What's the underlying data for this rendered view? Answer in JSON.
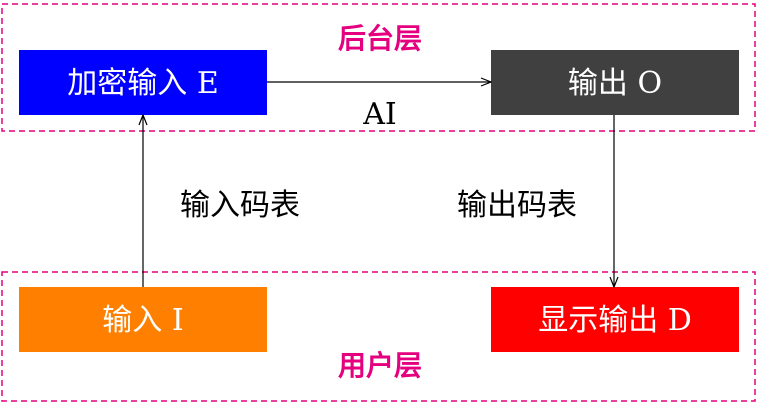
{
  "layers": {
    "backend": "后台层",
    "user": "用户层"
  },
  "nodes": {
    "encrypt_input": {
      "label": "加密输入 E",
      "color": "#0000ff"
    },
    "output": {
      "label": "输出 O",
      "color": "#404040"
    },
    "input": {
      "label": "输入 I",
      "color": "#ff8000"
    },
    "display_output": {
      "label": "显示输出 D",
      "color": "#ff0000"
    }
  },
  "edges": {
    "ai": "AI",
    "input_codebook": "输入码表",
    "output_codebook": "输出码表"
  },
  "colors": {
    "layer_border": "#e4007f"
  }
}
